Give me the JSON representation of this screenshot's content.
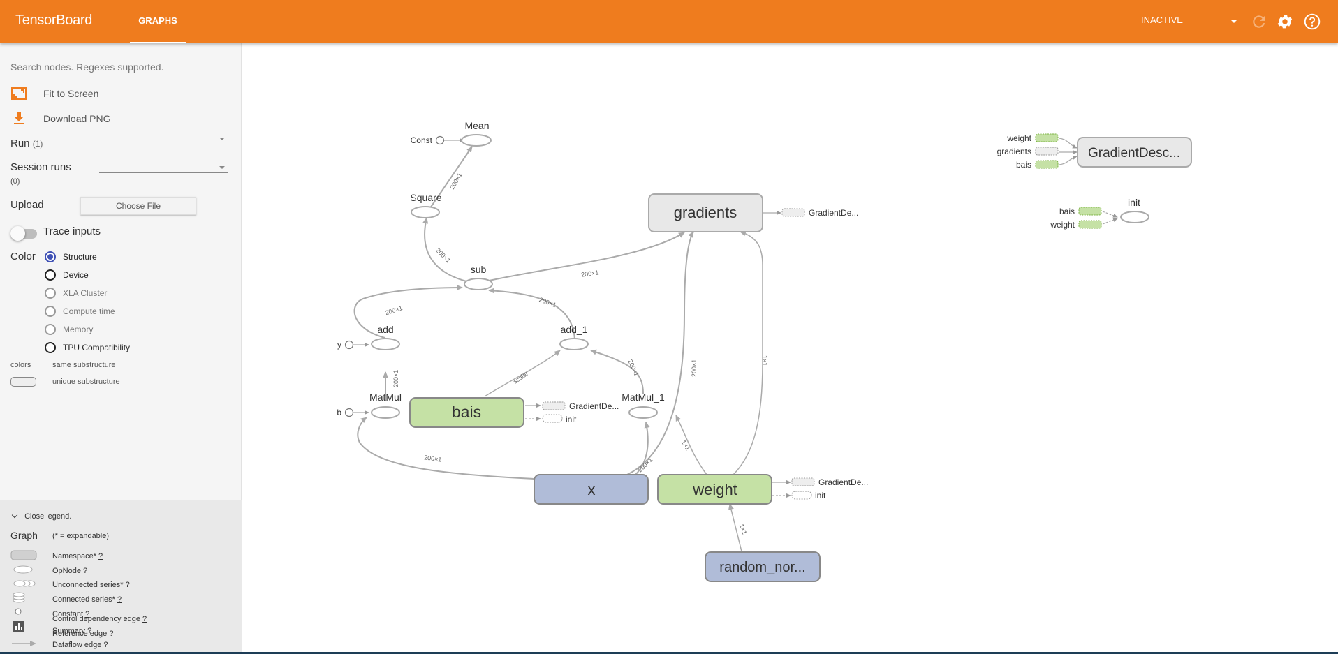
{
  "header": {
    "brand": "TensorBoard",
    "tab_graphs": "GRAPHS",
    "run_status": "INACTIVE",
    "icons": [
      "refresh-icon",
      "gear-icon",
      "help-icon"
    ],
    "accent_color": "#ef7c1e"
  },
  "sidebar": {
    "search_placeholder": "Search nodes. Regexes supported.",
    "fit_to_screen": "Fit to Screen",
    "download_png": "Download PNG",
    "run_label": "Run",
    "run_count": "(1)",
    "session_runs_label": "Session runs",
    "session_runs_count": "(0)",
    "upload_label": "Upload",
    "choose_file": "Choose File",
    "trace_inputs": "Trace inputs",
    "color_label": "Color",
    "color_options": [
      {
        "label": "Structure",
        "selected": true
      },
      {
        "label": "Device",
        "selected": false
      },
      {
        "label": "XLA Cluster",
        "selected": false
      },
      {
        "label": "Compute time",
        "selected": false
      },
      {
        "label": "Memory",
        "selected": false
      },
      {
        "label": "TPU Compatibility",
        "selected": false
      }
    ],
    "colors_label": "colors",
    "same_substructure": "same substructure",
    "unique_substructure": "unique substructure"
  },
  "legend": {
    "close_label": "Close legend.",
    "graph_label": "Graph",
    "expandable_note": "(* = expandable)",
    "items": [
      {
        "label": "Namespace*",
        "help": "?"
      },
      {
        "label": "OpNode",
        "help": "?"
      },
      {
        "label": "Unconnected series*",
        "help": "?"
      },
      {
        "label": "Connected series*",
        "help": "?"
      },
      {
        "label": "Constant",
        "help": "?"
      },
      {
        "label": "Summary",
        "help": "?"
      },
      {
        "label": "Dataflow edge",
        "help": "?"
      },
      {
        "label": "Control dependency edge",
        "help": "?"
      },
      {
        "label": "Reference edge",
        "help": "?"
      }
    ]
  },
  "graph": {
    "nodes": {
      "mean": "Mean",
      "const": "Const",
      "square": "Square",
      "sub": "sub",
      "add": "add",
      "add_1": "add_1",
      "y": "y",
      "b": "b",
      "matmul": "MatMul",
      "matmul_1": "MatMul_1",
      "bais": "bais",
      "x": "x",
      "weight": "weight",
      "random_normal": "random_nor...",
      "gradients": "gradients",
      "gradient_descent": "GradientDesc...",
      "init": "init"
    },
    "attachments": {
      "gradient_de": "GradientDe...",
      "init": "init",
      "weight": "weight",
      "gradients": "gradients",
      "bais": "bais"
    },
    "edge_labels": {
      "shape_200x1": "200×1",
      "shape_1x1": "1×1",
      "scalar": "scalar"
    },
    "colors": {
      "namespace_fill": "#e8e8e8",
      "variable_fill": "#c5e1a5",
      "placeholder_fill": "#b0bcd8",
      "edge": "#aaaaaa"
    }
  }
}
